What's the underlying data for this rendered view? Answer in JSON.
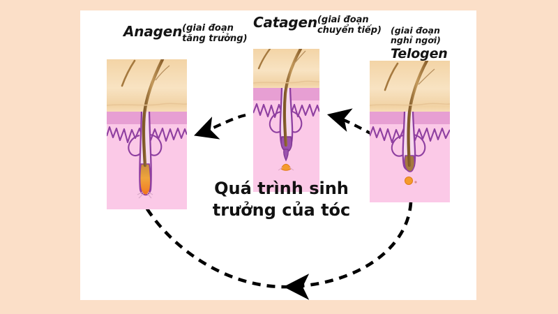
{
  "figure": {
    "title": "Quá trình sinh\ntrưởng của tóc",
    "title_line1": "Quá trình sinh",
    "title_line2": "trưởng của tóc",
    "background_color": "#fbdfc8",
    "canvas_color": "#ffffff"
  },
  "stages": [
    {
      "id": "anagen",
      "name": "Anagen",
      "subtitle_line1": "(giai đoạn",
      "subtitle_line2": "tăng trưởng)",
      "subtitle": "(giai đoạn tăng trưởng)",
      "label_order": "name-first",
      "panel": {
        "epidermis_color": "#f5dcb4",
        "upper_dermis_color": "#e79fd3",
        "lower_dermis_color": "#fbc9e7",
        "follicle_outline_color": "#8e3fa0",
        "hair_shaft_color": "#a5793f",
        "bulb_color": "#f28c28"
      }
    },
    {
      "id": "catagen",
      "name": "Catagen",
      "subtitle_line1": "(giai đoạn",
      "subtitle_line2": "chuyển tiếp)",
      "subtitle": "(giai đoạn chuyển tiếp)",
      "label_order": "name-first",
      "panel": {
        "epidermis_color": "#f5dcb4",
        "upper_dermis_color": "#e79fd3",
        "lower_dermis_color": "#fbc9e7",
        "follicle_outline_color": "#8e3fa0",
        "hair_shaft_color": "#a5793f",
        "bulb_color": "#f28c28"
      }
    },
    {
      "id": "telogen",
      "name": "Telogen",
      "subtitle_line1": "(giai đoạn",
      "subtitle_line2": "nghỉ ngơi)",
      "subtitle": "(giai đoạn nghỉ ngơi)",
      "label_order": "subtitle-first",
      "panel": {
        "epidermis_color": "#f5dcb4",
        "upper_dermis_color": "#e79fd3",
        "lower_dermis_color": "#fbc9e7",
        "follicle_outline_color": "#8e3fa0",
        "hair_shaft_color": "#a5793f",
        "bulb_color": "#f28c28"
      }
    }
  ],
  "arrows": {
    "color": "#000000",
    "style": "dashed",
    "items": [
      {
        "id": "catagen-to-anagen",
        "direction": "left"
      },
      {
        "id": "telogen-to-catagen",
        "direction": "left"
      },
      {
        "id": "telogen-to-anagen-loop",
        "direction": "left"
      }
    ]
  }
}
